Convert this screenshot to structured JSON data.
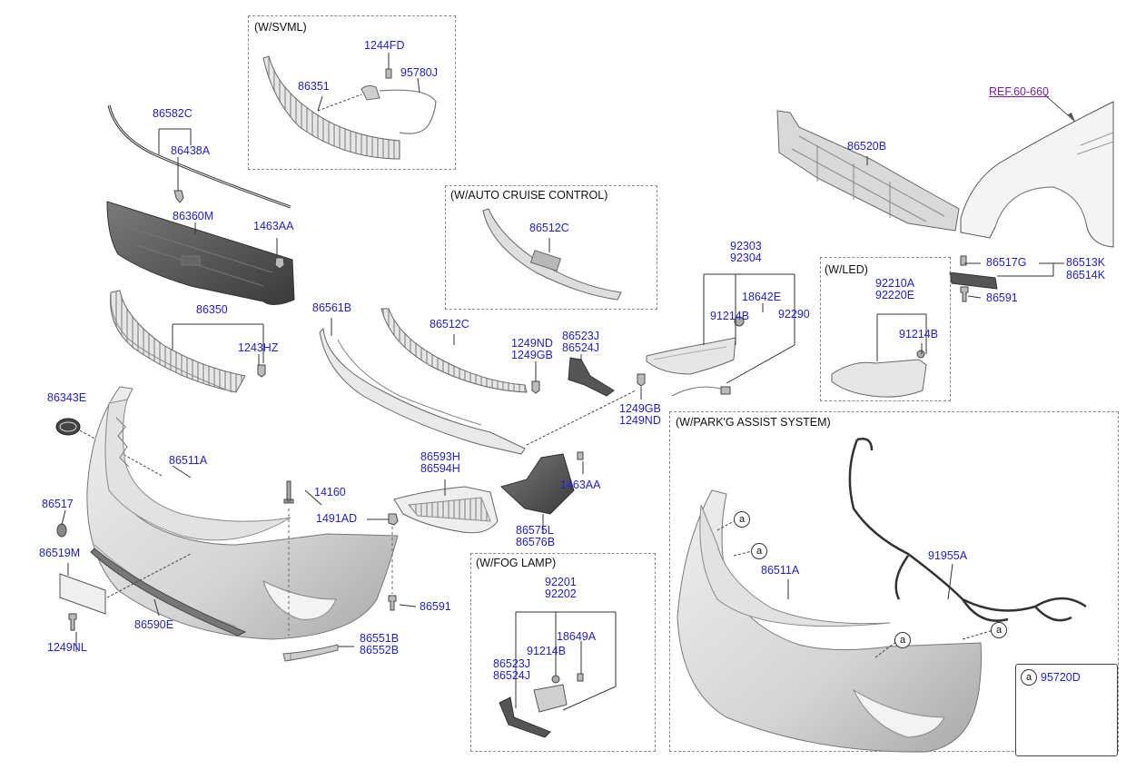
{
  "boxes": {
    "svml": "(W/SVML)",
    "auto_cruise": "(W/AUTO CRUISE CONTROL)",
    "led": "(W/LED)",
    "park_assist": "(W/PARK'G ASSIST SYSTEM)",
    "fog_lamp": "(W/FOG LAMP)"
  },
  "ref": "REF.60-660",
  "callout_letter": "a",
  "parts": {
    "p1244FD": "1244FD",
    "p95780J": "95780J",
    "p86351": "86351",
    "p86582C": "86582C",
    "p86438A": "86438A",
    "p86360M": "86360M",
    "p1463AA_top": "1463AA",
    "p86350": "86350",
    "p1243HZ": "1243HZ",
    "p86512C_box": "86512C",
    "p86520B": "86520B",
    "p92303": "92303",
    "p92304": "92304",
    "p18642E": "18642E",
    "p91214B": "91214B",
    "p92290": "92290",
    "p86517G": "86517G",
    "p86513K": "86513K",
    "p86514K": "86514K",
    "p86591_right": "86591",
    "p92210A": "92210A",
    "p92220E": "92220E",
    "p91214B_led": "91214B",
    "p86561B": "86561B",
    "p86512C": "86512C",
    "p1249ND": "1249ND",
    "p1249GB": "1249GB",
    "p86523J": "86523J",
    "p86524J": "86524J",
    "p1249GB_b": "1249GB",
    "p1249ND_b": "1249ND",
    "p86343E": "86343E",
    "p86511A": "86511A",
    "p14160": "14160",
    "p86593H": "86593H",
    "p86594H": "86594H",
    "p1463AA_mid": "1463AA",
    "p86517": "86517",
    "p1491AD": "1491AD",
    "p86575L": "86575L",
    "p86576B": "86576B",
    "p86519M": "86519M",
    "p86591": "86591",
    "p86590E": "86590E",
    "p1249NL": "1249NL",
    "p86551B": "86551B",
    "p86552B": "86552B",
    "p92201": "92201",
    "p92202": "92202",
    "p18649A": "18649A",
    "p91214B_fog": "91214B",
    "p86523J_fog": "86523J",
    "p86524J_fog": "86524J",
    "p86511A_park": "86511A",
    "p91955A": "91955A",
    "p95720D": "95720D"
  },
  "colors": {
    "part_number": "#2020d8",
    "reference": "#7a1fa8",
    "part_fill": "#d6d6d6",
    "dark_fill": "#4a4a4a",
    "outline": "#555555"
  }
}
